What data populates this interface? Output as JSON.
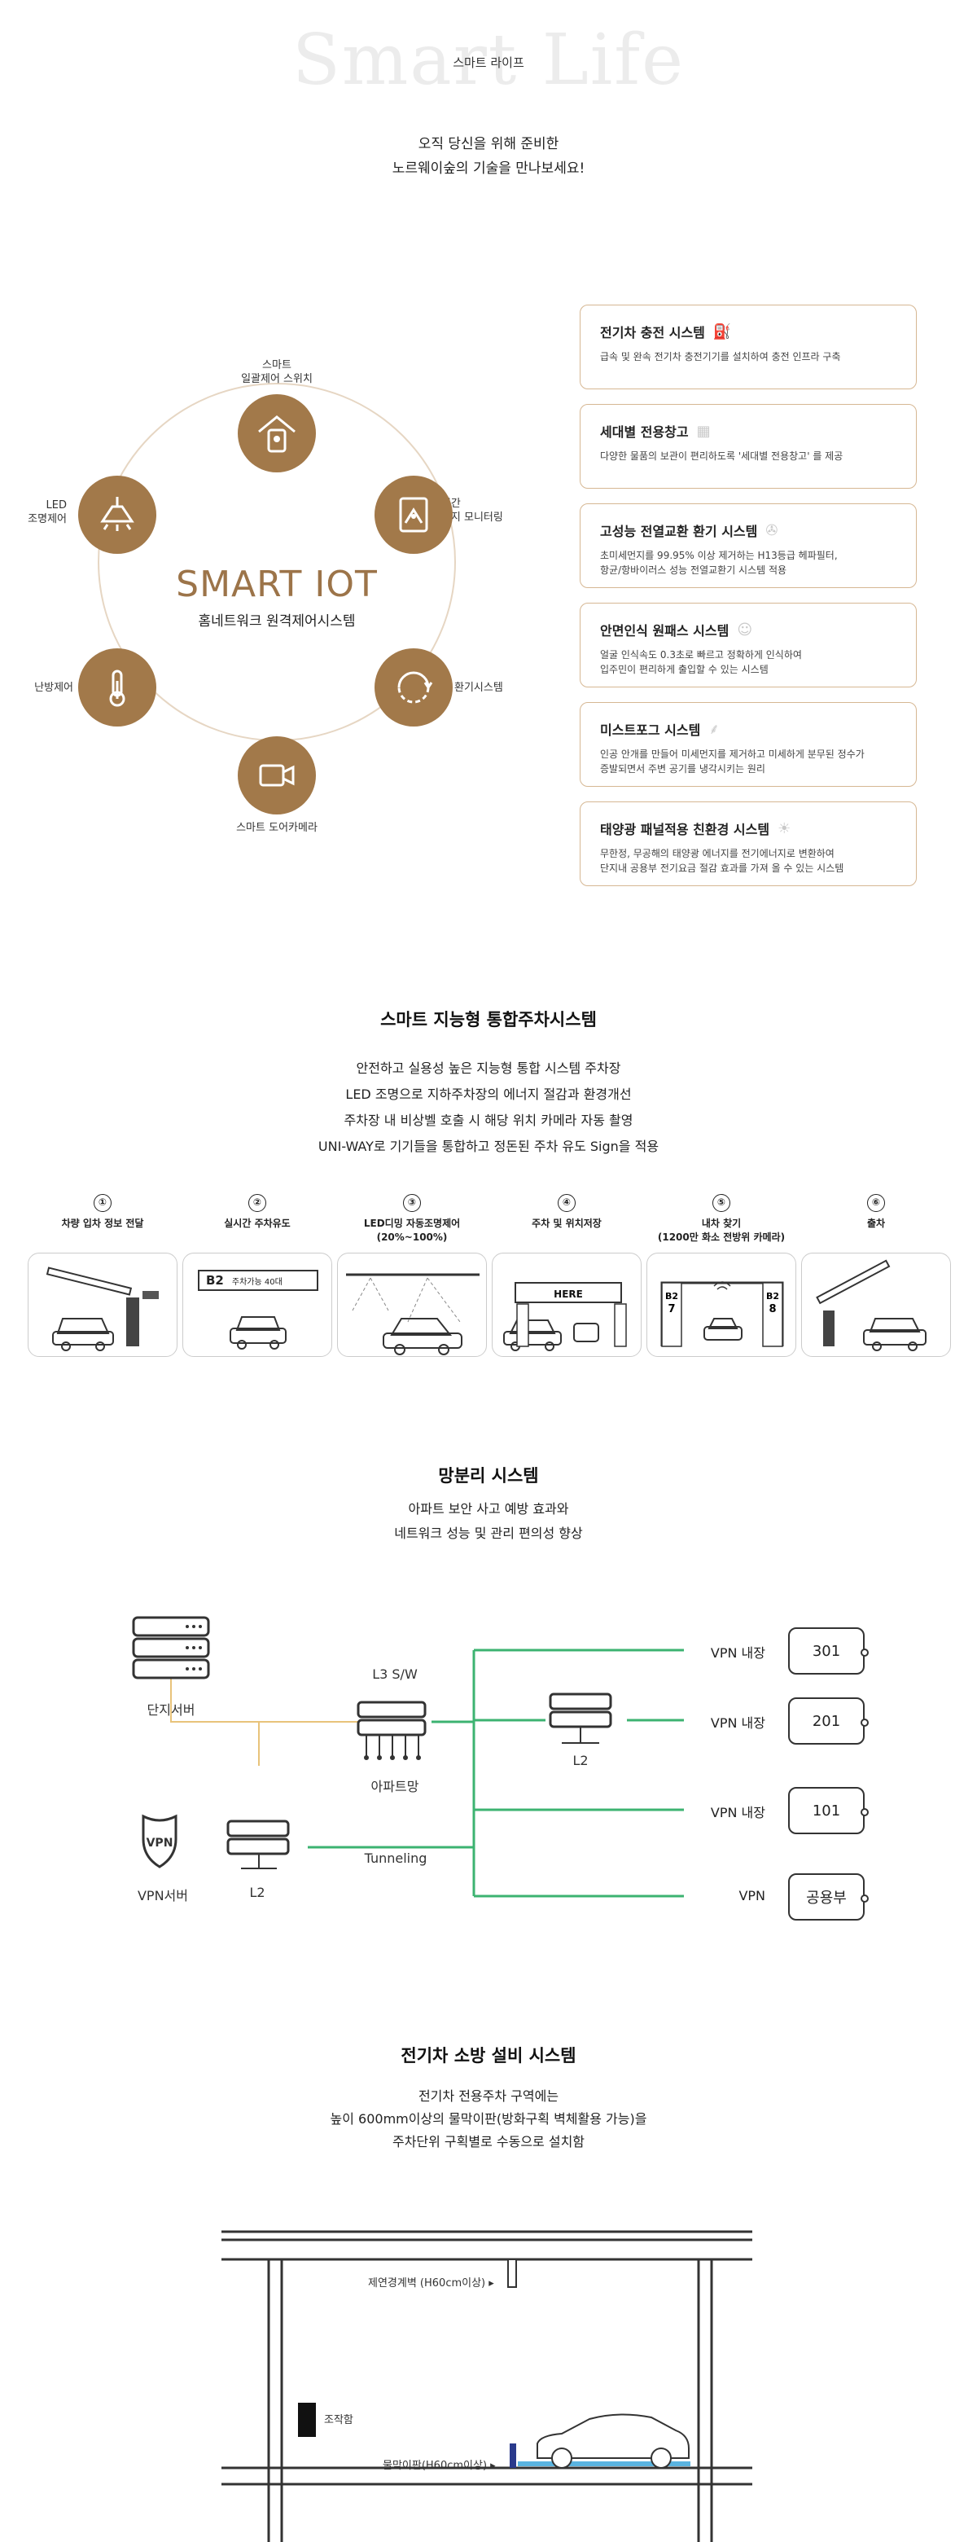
{
  "hero": {
    "bg_text": "Smart Life",
    "caption": "스마트 라이프",
    "line1": "오직 당신을 위해 준비한",
    "line2": "노르웨이숲의 기술을 만나보세요!"
  },
  "iot": {
    "title": "SMART IOT",
    "subtitle": "홈네트워크 원격제어시스템",
    "nodes": [
      {
        "label": "스마트\n일괄제어 스위치",
        "icon": "house-switch-icon"
      },
      {
        "label": "실시간\n에너지 모니터링",
        "icon": "energy-monitor-icon"
      },
      {
        "label": "환기시스템",
        "icon": "ventilation-icon"
      },
      {
        "label": "스마트 도어카메라",
        "icon": "door-camera-icon"
      },
      {
        "label": "난방제어",
        "icon": "thermometer-icon"
      },
      {
        "label": "LED\n조명제어",
        "icon": "lamp-icon"
      }
    ]
  },
  "features": [
    {
      "title": "전기차 충전 시스템",
      "desc": "급속 및 완속 전기차 충전기기를 설치하여 충전 인프라 구축",
      "icon": "ev-charger-icon"
    },
    {
      "title": "세대별 전용창고",
      "desc": "다양한 물품의 보관이 편리하도록 '세대별 전용창고' 를 제공",
      "icon": "storage-icon"
    },
    {
      "title": "고성능 전열교환 환기 시스템",
      "desc": "초미세먼지를 99.95% 이상 제거하는 H13등급 헤파필터,\n항균/항바이러스 성능 전열교환기 시스템 적용",
      "icon": "fan-icon"
    },
    {
      "title": "안면인식 원패스 시스템",
      "desc": "얼굴 인식속도 0.3초로 빠르고 정확하게 인식하여\n입주민이 편리하게 출입할 수 있는 시스템",
      "icon": "face-id-icon"
    },
    {
      "title": "미스트포그 시스템",
      "desc": "인공 안개를 만들어 미세먼지를 제거하고 미세하게 분무된 정수가\n증발되면서 주변 공기를 냉각시키는 원리",
      "icon": "mist-icon"
    },
    {
      "title": "태양광 패널적용 친환경 시스템",
      "desc": "무한정, 무공해의 태양광 에너지를 전기에너지로 변환하여\n단지내 공용부 전기요금 절감 효과를 가져 올 수 있는 시스템",
      "icon": "solar-panel-icon"
    }
  ],
  "parking": {
    "title": "스마트 지능형 통합주차시스템",
    "desc": [
      "안전하고 실용성 높은 지능형 통합 시스템 주차장",
      "LED 조명으로 지하주차장의 에너지 절감과 환경개선",
      "주차장 내 비상벨 호출 시 해당 위치 카메라 자동 촬영",
      "UNI-WAY로 기기들을 통합하고 정돈된 주차 유도 Sign을 적용"
    ],
    "steps": [
      {
        "num": "①",
        "label": "차량 입차 정보 전달"
      },
      {
        "num": "②",
        "label": "실시간 주차유도"
      },
      {
        "num": "③",
        "label": "LED디밍 자동조명제어\n(20%~100%)"
      },
      {
        "num": "④",
        "label": "주차 및 위치저장"
      },
      {
        "num": "⑤",
        "label": "내차 찾기\n(1200만 화소 전방위 카메라)"
      },
      {
        "num": "⑥",
        "label": "출차"
      }
    ],
    "sign_b2": "B2",
    "sign_avail": "주차가능 40대",
    "here": "HERE",
    "pillar_b2": "B2",
    "pillar_7": "7",
    "pillar_8": "8"
  },
  "network": {
    "title": "망분리 시스템",
    "desc": [
      "아파트 보안 사고 예방 효과와",
      "네트워크 성능 및 관리 편의성 향상"
    ],
    "server_label": "단지서버",
    "vpn_server_label": "VPN서버",
    "vpn_badge": "VPN",
    "l2_left": "L2",
    "l3_label": "L3 S/W",
    "apt_net": "아파트망",
    "l2_mid": "L2",
    "tunneling": "Tunneling",
    "rows": [
      {
        "label": "VPN 내장",
        "unit": "301"
      },
      {
        "label": "VPN 내장",
        "unit": "201"
      },
      {
        "label": "VPN 내장",
        "unit": "101"
      },
      {
        "label": "VPN",
        "unit": "공용부"
      }
    ],
    "colors": {
      "green": "#3cb371",
      "gold": "#e8c37a"
    }
  },
  "fire": {
    "title": "전기차 소방 설비 시스템",
    "desc": [
      "전기차 전용주차 구역에는",
      "높이 600mm이상의 물막이판(방화구획 벽체활용 가능)을",
      "주차단위 구획별로 수동으로 설치함"
    ],
    "label_smoke": "제연경계벽 (H60cm이상)",
    "label_panel": "조작함",
    "label_water": "물막이판(H60cm이상)"
  }
}
